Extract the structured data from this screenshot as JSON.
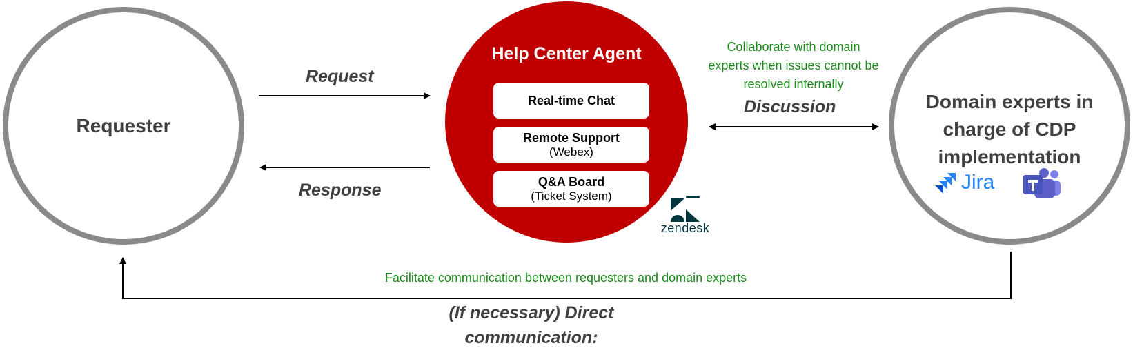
{
  "requester": {
    "label": "Requester"
  },
  "agent": {
    "title": "Help Center Agent",
    "services": [
      {
        "main": "Real-time  Chat",
        "sub": ""
      },
      {
        "main": "Remote Support",
        "sub": "(Webex)"
      },
      {
        "main": "Q&A Board",
        "sub": "(Ticket System)"
      }
    ],
    "logo_text": "zendesk"
  },
  "experts": {
    "title_lines": [
      "Domain experts in",
      "charge of CDP",
      "implementation"
    ],
    "tools": [
      "Jira"
    ]
  },
  "edges": {
    "request_label": "Request",
    "response_label": "Response",
    "collaborate_note_lines": [
      "Collaborate with domain",
      "experts when issues cannot be",
      "resolved internally"
    ],
    "discussion_label": "Discussion",
    "facilitate_note": "Facilitate communication between requesters and domain experts",
    "direct_lines": [
      "(If necessary) Direct",
      "communication:"
    ]
  },
  "colors": {
    "agent_red": "#c00000",
    "circle_gray": "#8a8a8a",
    "note_green": "#1a8a1a",
    "zendesk_teal": "#03363d",
    "jira_blue": "#2684ff",
    "teams_purple": "#5b5fc7"
  }
}
